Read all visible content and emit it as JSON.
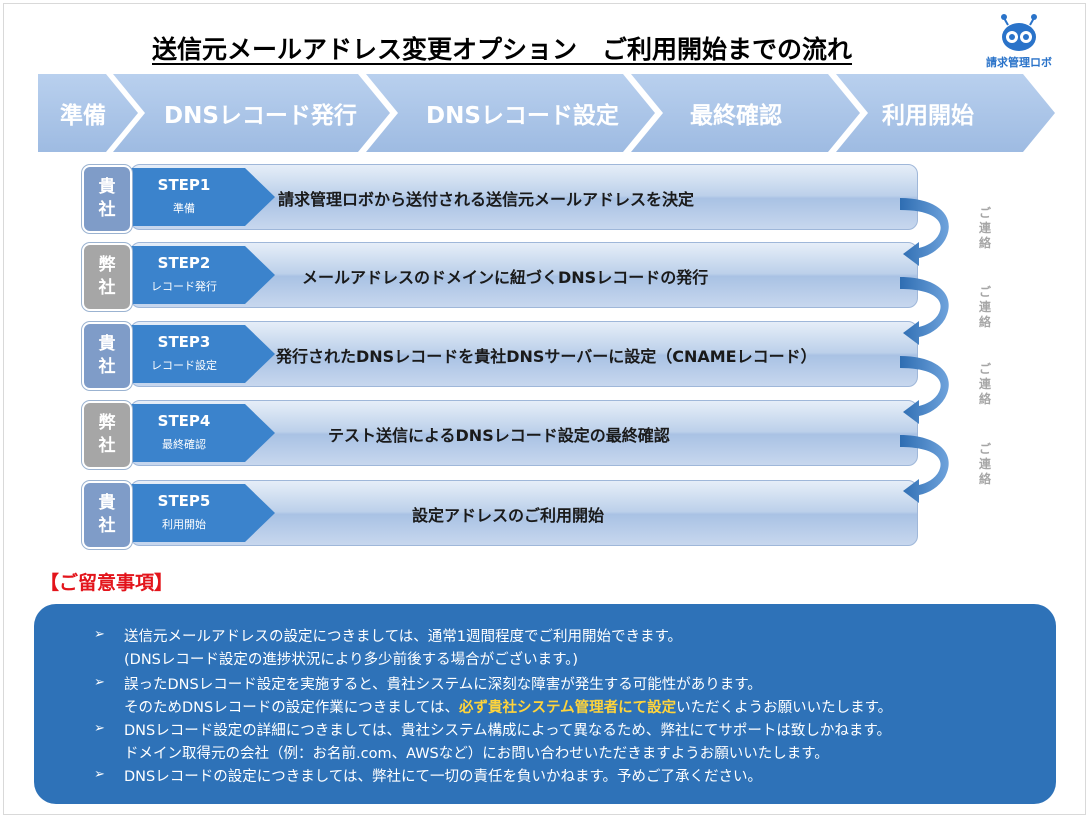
{
  "title": "送信元メールアドレス変更オプション　ご利用開始までの流れ",
  "logo": {
    "text": "請求管理ロボ",
    "icon": "robot-icon"
  },
  "phases": [
    "準備",
    "DNSレコード発行",
    "DNSレコード設定",
    "最終確認",
    "利用開始"
  ],
  "steps": [
    {
      "who_top": "貴",
      "who_bottom": "社",
      "step": "STEP1",
      "sub": "準備",
      "text": "請求管理ロボから送付される送信元メールアドレスを決定"
    },
    {
      "who_top": "弊",
      "who_bottom": "社",
      "step": "STEP2",
      "sub": "レコード発行",
      "text": "メールアドレスのドメインに紐づくDNSレコードの発行"
    },
    {
      "who_top": "貴",
      "who_bottom": "社",
      "step": "STEP3",
      "sub": "レコード設定",
      "text": "発行されたDNSレコードを貴社DNSサーバーに設定（CNAMEレコード）"
    },
    {
      "who_top": "弊",
      "who_bottom": "社",
      "step": "STEP4",
      "sub": "最終確認",
      "text": "テスト送信によるDNSレコード設定の最終確認"
    },
    {
      "who_top": "貴",
      "who_bottom": "社",
      "step": "STEP5",
      "sub": "利用開始",
      "text": "設定アドレスのご利用開始"
    }
  ],
  "contact_label": [
    "ご",
    "連",
    "絡"
  ],
  "notice": {
    "heading": "【ご留意事項】",
    "bullet_symbol": "➢",
    "line1": "送信元メールアドレスの設定につきましては、通常1週間程度でご利用開始できます。",
    "line1b": "(DNSレコード設定の進捗状況により多少前後する場合がございます。)",
    "line2": "誤ったDNSレコード設定を実施すると、貴社システムに深刻な障害が発生する可能性があります。",
    "line2b_pre": "そのためDNSレコードの設定作業につきましては、",
    "line2b_highlight": "必ず貴社システム管理者にて設定",
    "line2b_post": "いただくようお願いいたします。",
    "line3": "DNSレコード設定の詳細につきましては、貴社システム構成によって異なるため、弊社にてサポートは致しかねます。",
    "line3b": "ドメイン取得元の会社（例：お名前.com、AWSなど）にお問い合わせいただきますようお願いいたします。",
    "line4": "DNSレコードの設定につきましては、弊社にて一切の責任を負いかねます。予めご了承ください。"
  },
  "colors": {
    "accent_blue": "#2e72b8",
    "chevron": "#a9c4e6",
    "highlight": "#ffd43b",
    "notice_red": "#e3141b"
  }
}
